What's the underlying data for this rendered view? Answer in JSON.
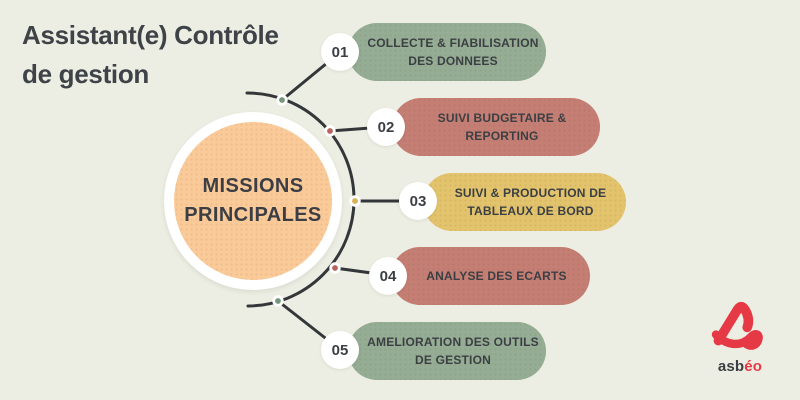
{
  "title": {
    "line1": "Assistant(e) Contrôle",
    "line2": "de gestion"
  },
  "center_circle": {
    "line1": "MISSIONS",
    "line2": "PRINCIPALES",
    "fill": "#fbca99"
  },
  "missions": [
    {
      "number": "01",
      "lines": [
        "COLLECTE & FIABILISATION",
        "DES DONNEES"
      ],
      "pill_color": "#95ad94",
      "dot_color": "#74977c"
    },
    {
      "number": "02",
      "lines": [
        "SUIVI BUDGETAIRE &",
        "REPORTING"
      ],
      "pill_color": "#c57e74",
      "dot_color": "#b5655d"
    },
    {
      "number": "03",
      "lines": [
        "SUIVI & PRODUCTION DE",
        "TABLEAUX DE BORD"
      ],
      "pill_color": "#e3c46d",
      "dot_color": "#d8b254"
    },
    {
      "number": "04",
      "lines": [
        "ANALYSE DES ECARTS"
      ],
      "pill_color": "#c57e74",
      "dot_color": "#b5655d"
    },
    {
      "number": "05",
      "lines": [
        "AMELIORATION DES OUTILS",
        "DE GESTION"
      ],
      "pill_color": "#95ad94",
      "dot_color": "#74977c"
    }
  ],
  "logo": {
    "name_dark": "asb",
    "name_accent": "éo",
    "accent_color": "#e63946"
  },
  "theme": {
    "background": "#edeee3",
    "text_dark": "#3b3f43",
    "line_color": "#33373a"
  }
}
